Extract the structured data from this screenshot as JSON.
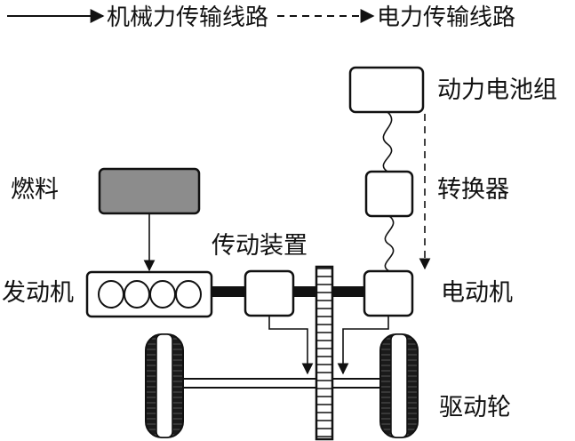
{
  "legend": {
    "mechanical": "机械力传输线路",
    "electrical": "电力传输线路"
  },
  "labels": {
    "battery": "动力电池组",
    "converter": "转换器",
    "fuel": "燃料",
    "transmission": "传动装置",
    "engine": "发动机",
    "motor": "电动机",
    "wheels": "驱动轮"
  },
  "colors": {
    "ink": "#111111",
    "fuel_fill": "#8c8c8c",
    "tire": "#1a1a1a"
  }
}
